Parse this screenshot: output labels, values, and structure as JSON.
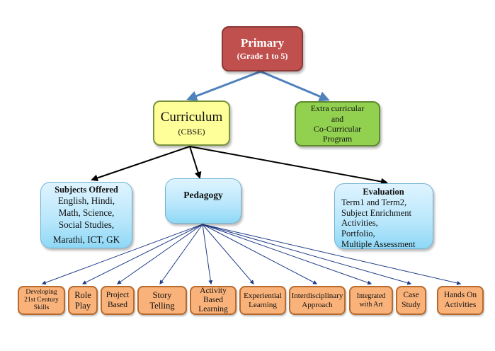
{
  "root": {
    "title": "Primary",
    "subtitle": "(Grade 1 to 5)"
  },
  "level1": {
    "curriculum": {
      "title": "Curriculum",
      "subtitle": "(CBSE)"
    },
    "extra": {
      "lines": [
        "Extra curricular",
        "and",
        "Co-Curricular",
        "Program"
      ]
    }
  },
  "level2": {
    "subjects": {
      "heading": "Subjects Offered",
      "lines": [
        "English, Hindi,",
        "Math, Science,",
        "Social Studies,",
        "Marathi, ICT, GK"
      ]
    },
    "pedagogy": {
      "heading": "Pedagogy"
    },
    "evaluation": {
      "heading": "Evaluation",
      "lines": [
        "Term1 and Term2,",
        "Subject Enrichment",
        "Activities,",
        "Portfolio,",
        "Multiple Assessment"
      ]
    }
  },
  "pedagogy_methods": [
    {
      "lines": [
        "Developing",
        "21st Century",
        "Skills"
      ]
    },
    {
      "lines": [
        "Role",
        "Play"
      ]
    },
    {
      "lines": [
        "Project",
        "Based"
      ]
    },
    {
      "lines": [
        "Story",
        "Telling"
      ]
    },
    {
      "lines": [
        "Activity",
        "Based",
        "Learning"
      ]
    },
    {
      "lines": [
        "Experiential",
        "Learning"
      ]
    },
    {
      "lines": [
        "Interdisciplinary",
        "Approach"
      ]
    },
    {
      "lines": [
        "Integrated",
        "with Art"
      ]
    },
    {
      "lines": [
        "Case",
        "Study"
      ]
    },
    {
      "lines": [
        "Hands On",
        "Activities"
      ]
    }
  ],
  "colors": {
    "root_fill": "#c0504d",
    "curriculum_fill": "#ffff99",
    "extra_fill": "#92d050",
    "level2_fill": "#b7e6fb",
    "leaf_fill": "#f9b27a",
    "root_connector": "#4f81bd",
    "curriculum_connector": "#000000",
    "pedagogy_connector": "#1f3c88"
  }
}
